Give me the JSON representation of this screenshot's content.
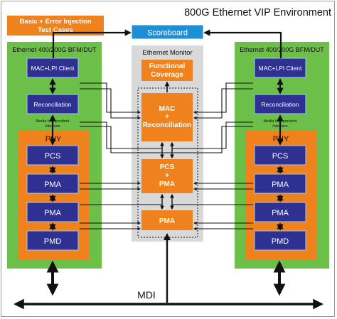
{
  "title": "800G Ethernet VIP Environment",
  "test_cases_label": "Basic + Error Injection Test Cases",
  "scoreboard_label": "Scoreboard",
  "monitor": {
    "title": "Ethernet Monitor",
    "functional_coverage": "Functional Coverage",
    "mac_reconciliation": "MAC + Reconciliation",
    "pcs_pma": "PCS + PMA",
    "pma": "PMA"
  },
  "left_bfm": {
    "title": "Ethernet 400/200G BFM/DUT",
    "mac_client": "MAC+LPI Client",
    "reconciliation": "Reconciliation",
    "media_interface": "Media Independent Interface",
    "phy": "PHY",
    "pcs": "PCS",
    "pma1": "PMA",
    "pma2": "PMA",
    "pmd": "PMD"
  },
  "right_bfm": {
    "title": "Ethernet 400/200G BFM/DUT",
    "mac_client": "MAC+LPI Client",
    "reconciliation": "Reconciliation",
    "media_interface": "Media Independent Interface",
    "phy": "PHY",
    "pcs": "PCS",
    "pma1": "PMA",
    "pma2": "PMA",
    "pmd": "PMD"
  },
  "mdi_label": "MDI",
  "colors": {
    "green": "#6cc04a",
    "orange": "#f0821e",
    "navy": "#2e3092",
    "blue": "#1d8fd6",
    "gray": "#d9d9d9",
    "black": "#111111"
  }
}
